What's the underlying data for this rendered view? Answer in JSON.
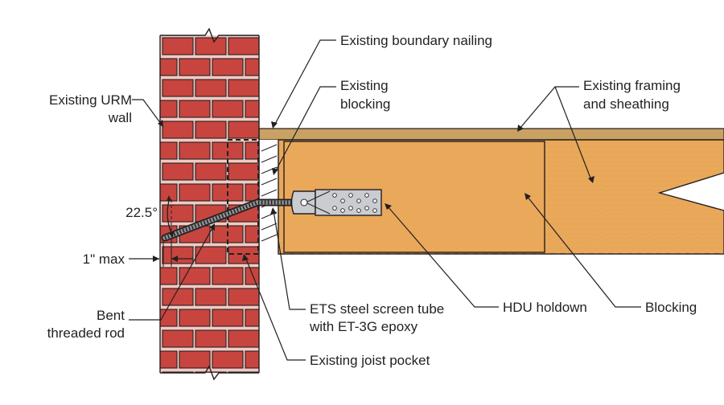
{
  "labels": {
    "existing_urm_wall_1": "Existing URM",
    "existing_urm_wall_2": "wall",
    "boundary_nailing": "Existing boundary nailing",
    "blocking_existing_1": "Existing",
    "blocking_existing_2": "blocking",
    "framing_1": "Existing framing",
    "framing_2": "and sheathing",
    "angle": "22.5°",
    "max": "1\" max",
    "bent_rod_1": "Bent",
    "bent_rod_2": "threaded rod",
    "ets_1": "ETS steel screen tube",
    "ets_2": "with ET-3G epoxy",
    "hdu": "HDU holdown",
    "blocking": "Blocking",
    "joist_pocket": "Existing joist pocket"
  },
  "colors": {
    "brick": "#c8453f",
    "mortar": "#f2c9c2",
    "wood": "#e9a85a",
    "wood_dark": "#d99446",
    "sheathing": "#c9a263",
    "steel": "#c9ccd0",
    "outline": "#231f20"
  }
}
